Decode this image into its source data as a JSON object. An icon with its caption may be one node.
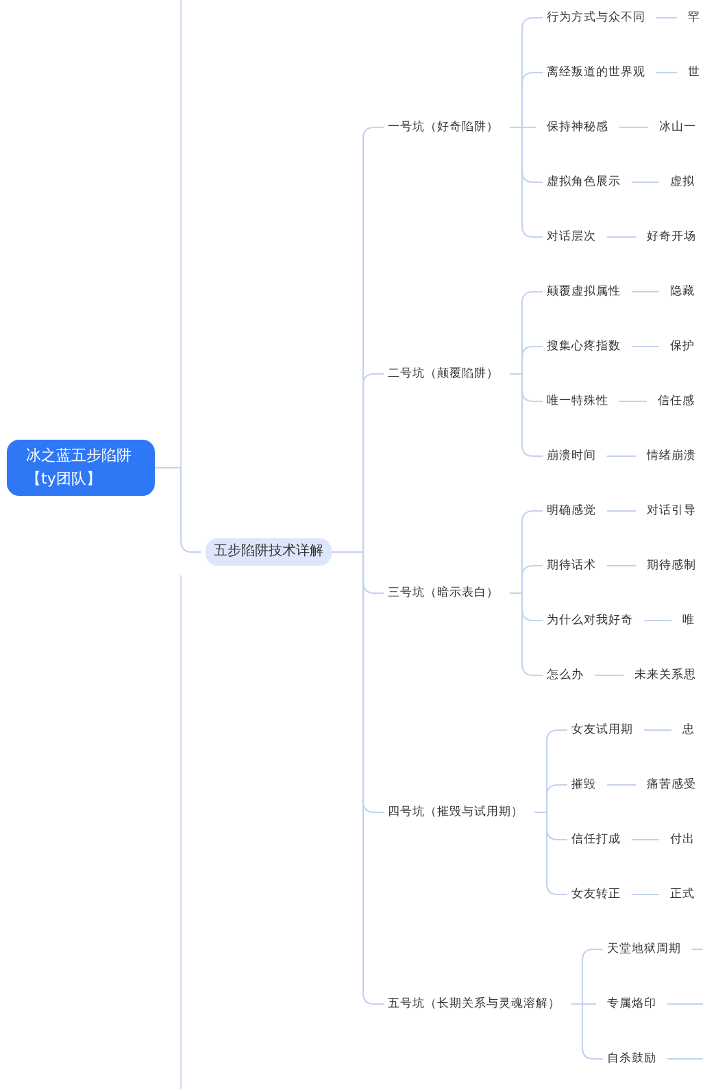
{
  "diagram": {
    "nodes": [
      {
        "text": [
          "冰之蓝五步陷阱【ty团队】"
        ]
      },
      {
        "text": [
          "五步陷阱技术详解"
        ]
      },
      {
        "text": [
          "一号坑（好奇陷阱）"
        ]
      },
      {
        "text": [
          "行为方式与众不同"
        ]
      },
      {
        "text": [
          "罕"
        ]
      },
      {
        "text": [
          "离经叛道的世界观"
        ]
      },
      {
        "text": [
          "世"
        ]
      },
      {
        "text": [
          "保持神秘感"
        ]
      },
      {
        "text": [
          "冰山一"
        ]
      },
      {
        "text": [
          "虚拟角色展示"
        ]
      },
      {
        "text": [
          "虚拟"
        ]
      },
      {
        "text": [
          "对话层次"
        ]
      },
      {
        "text": [
          "好奇开场"
        ]
      },
      {
        "text": [
          "二号坑（颠覆陷阱）"
        ]
      },
      {
        "text": [
          "颠覆虚拟属性"
        ]
      },
      {
        "text": [
          "隐藏"
        ]
      },
      {
        "text": [
          "搜集心疼指数"
        ]
      },
      {
        "text": [
          "保护"
        ]
      },
      {
        "text": [
          "唯一特殊性"
        ]
      },
      {
        "text": [
          "信任感"
        ]
      },
      {
        "text": [
          "崩溃时间"
        ]
      },
      {
        "text": [
          "情绪崩溃"
        ]
      },
      {
        "text": [
          "三号坑（暗示表白）"
        ]
      },
      {
        "text": [
          "明确感觉"
        ]
      },
      {
        "text": [
          "对话引导"
        ]
      },
      {
        "text": [
          "期待话术"
        ]
      },
      {
        "text": [
          "期待感制"
        ]
      },
      {
        "text": [
          "为什么对我好奇"
        ]
      },
      {
        "text": [
          "唯"
        ]
      },
      {
        "text": [
          "怎么办"
        ]
      },
      {
        "text": [
          "未来关系思"
        ]
      },
      {
        "text": [
          "四号坑（摧毁与试用期）"
        ]
      },
      {
        "text": [
          "女友试用期"
        ]
      },
      {
        "text": [
          "忠"
        ]
      },
      {
        "text": [
          "摧毁"
        ]
      },
      {
        "text": [
          "痛苦感受"
        ]
      },
      {
        "text": [
          "信任打成"
        ]
      },
      {
        "text": [
          "付出"
        ]
      },
      {
        "text": [
          "女友转正"
        ]
      },
      {
        "text": [
          "正式"
        ]
      },
      {
        "text": [
          "五号坑（长期关系与灵魂溶解）"
        ]
      },
      {
        "text": [
          "天堂地狱周期"
        ]
      },
      {
        "text": [
          "专属烙印"
        ]
      },
      {
        "text": [
          "自杀鼓励"
        ]
      }
    ],
    "edges": [
      {
        "from": 0,
        "to": 1,
        "arrow": "none"
      },
      {
        "from": 1,
        "to": 2,
        "arrow": "none"
      },
      {
        "from": 2,
        "to": 3,
        "arrow": "none"
      },
      {
        "from": 3,
        "to": 4,
        "arrow": "none"
      },
      {
        "from": 2,
        "to": 5,
        "arrow": "none"
      },
      {
        "from": 5,
        "to": 6,
        "arrow": "none"
      },
      {
        "from": 2,
        "to": 7,
        "arrow": "none"
      },
      {
        "from": 7,
        "to": 8,
        "arrow": "none"
      },
      {
        "from": 2,
        "to": 9,
        "arrow": "none"
      },
      {
        "from": 9,
        "to": 10,
        "arrow": "none"
      },
      {
        "from": 2,
        "to": 11,
        "arrow": "none"
      },
      {
        "from": 11,
        "to": 12,
        "arrow": "none"
      },
      {
        "from": 1,
        "to": 13,
        "arrow": "none"
      },
      {
        "from": 13,
        "to": 14,
        "arrow": "none"
      },
      {
        "from": 14,
        "to": 15,
        "arrow": "none"
      },
      {
        "from": 13,
        "to": 16,
        "arrow": "none"
      },
      {
        "from": 16,
        "to": 17,
        "arrow": "none"
      },
      {
        "from": 13,
        "to": 18,
        "arrow": "none"
      },
      {
        "from": 18,
        "to": 19,
        "arrow": "none"
      },
      {
        "from": 13,
        "to": 20,
        "arrow": "none"
      },
      {
        "from": 20,
        "to": 21,
        "arrow": "none"
      },
      {
        "from": 1,
        "to": 22,
        "arrow": "none"
      },
      {
        "from": 22,
        "to": 23,
        "arrow": "none"
      },
      {
        "from": 23,
        "to": 24,
        "arrow": "none"
      },
      {
        "from": 22,
        "to": 25,
        "arrow": "none"
      },
      {
        "from": 25,
        "to": 26,
        "arrow": "none"
      },
      {
        "from": 22,
        "to": 27,
        "arrow": "none"
      },
      {
        "from": 27,
        "to": 28,
        "arrow": "none"
      },
      {
        "from": 22,
        "to": 29,
        "arrow": "none"
      },
      {
        "from": 29,
        "to": 30,
        "arrow": "none"
      },
      {
        "from": 1,
        "to": 31,
        "arrow": "none"
      },
      {
        "from": 31,
        "to": 32,
        "arrow": "none"
      },
      {
        "from": 32,
        "to": 33,
        "arrow": "none"
      },
      {
        "from": 31,
        "to": 34,
        "arrow": "none"
      },
      {
        "from": 34,
        "to": 35,
        "arrow": "none"
      },
      {
        "from": 31,
        "to": 36,
        "arrow": "none"
      },
      {
        "from": 36,
        "to": 37,
        "arrow": "none"
      },
      {
        "from": 31,
        "to": 38,
        "arrow": "none"
      },
      {
        "from": 38,
        "to": 39,
        "arrow": "none"
      },
      {
        "from": 1,
        "to": 40,
        "arrow": "none"
      },
      {
        "from": 40,
        "to": 41,
        "arrow": "none"
      },
      {
        "from": 41,
        "to": null,
        "arrow": "none"
      },
      {
        "from": 40,
        "to": 42,
        "arrow": "none"
      },
      {
        "from": 42,
        "to": null,
        "arrow": "none"
      },
      {
        "from": 40,
        "to": 43,
        "arrow": "none"
      },
      {
        "from": 43,
        "to": null,
        "arrow": "none"
      }
    ]
  }
}
